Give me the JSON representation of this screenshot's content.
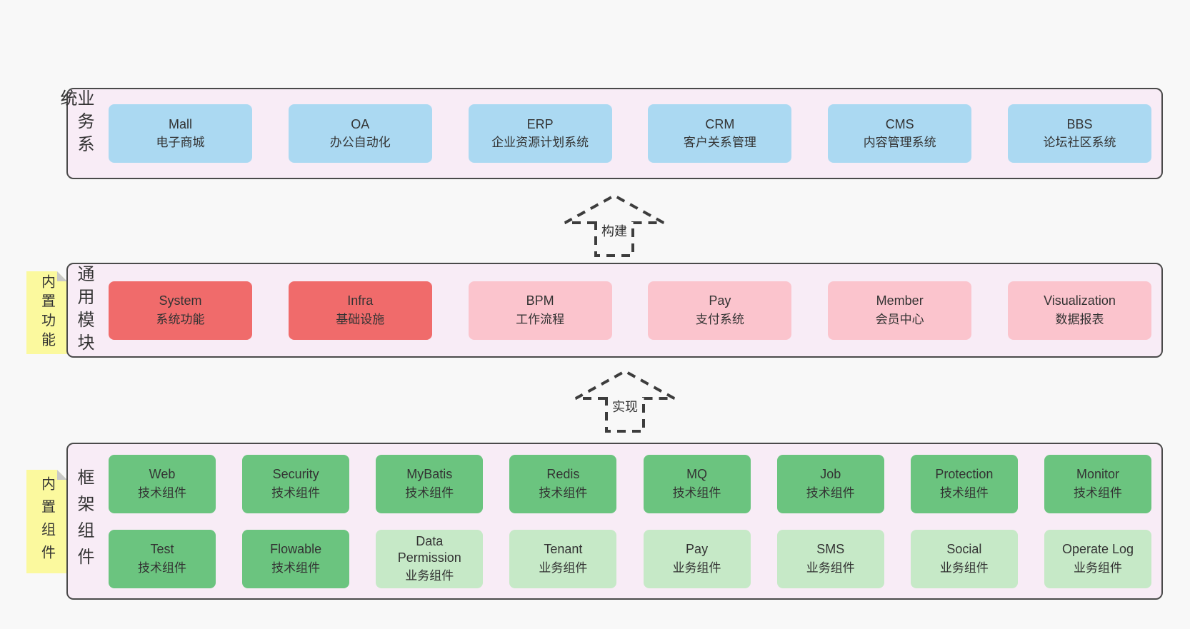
{
  "colors": {
    "page_background": "#f8f8f8",
    "panel_background": "#f8ecf6",
    "panel_border": "#4a4a4a",
    "blue_node": "#abd9f2",
    "red_node": "#f06b6b",
    "pink_node": "#fbc4cd",
    "green_node": "#6bc47f",
    "light_green_node": "#c6e9c7",
    "sticky_note": "#fbf99e",
    "note_fold": "#c8c8c8",
    "text": "#333333",
    "arrow_stroke": "#3d3d3d"
  },
  "layers": {
    "business": {
      "label": "业务系统",
      "boxes": [
        {
          "title": "Mall",
          "subtitle": "电子商城",
          "variant": "blue"
        },
        {
          "title": "OA",
          "subtitle": "办公自动化",
          "variant": "blue"
        },
        {
          "title": "ERP",
          "subtitle": "企业资源计划系统",
          "variant": "blue"
        },
        {
          "title": "CRM",
          "subtitle": "客户关系管理",
          "variant": "blue"
        },
        {
          "title": "CMS",
          "subtitle": "内容管理系统",
          "variant": "blue"
        },
        {
          "title": "BBS",
          "subtitle": "论坛社区系统",
          "variant": "blue"
        }
      ]
    },
    "modules": {
      "label": "通用模块",
      "note": "内置功能",
      "boxes": [
        {
          "title": "System",
          "subtitle": "系统功能",
          "variant": "red"
        },
        {
          "title": "Infra",
          "subtitle": "基础设施",
          "variant": "red"
        },
        {
          "title": "BPM",
          "subtitle": "工作流程",
          "variant": "pink"
        },
        {
          "title": "Pay",
          "subtitle": "支付系统",
          "variant": "pink"
        },
        {
          "title": "Member",
          "subtitle": "会员中心",
          "variant": "pink"
        },
        {
          "title": "Visualization",
          "subtitle": "数据报表",
          "variant": "pink"
        }
      ]
    },
    "framework": {
      "label": "框架组件",
      "note": "内置组件",
      "row1": [
        {
          "title": "Web",
          "subtitle": "技术组件",
          "variant": "green"
        },
        {
          "title": "Security",
          "subtitle": "技术组件",
          "variant": "green"
        },
        {
          "title": "MyBatis",
          "subtitle": "技术组件",
          "variant": "green"
        },
        {
          "title": "Redis",
          "subtitle": "技术组件",
          "variant": "green"
        },
        {
          "title": "MQ",
          "subtitle": "技术组件",
          "variant": "green"
        },
        {
          "title": "Job",
          "subtitle": "技术组件",
          "variant": "green"
        },
        {
          "title": "Protection",
          "subtitle": "技术组件",
          "variant": "green"
        },
        {
          "title": "Monitor",
          "subtitle": "技术组件",
          "variant": "green"
        }
      ],
      "row2": [
        {
          "title": "Test",
          "subtitle": "技术组件",
          "variant": "green"
        },
        {
          "title": "Flowable",
          "subtitle": "技术组件",
          "variant": "green"
        },
        {
          "title": "Data Permission",
          "subtitle": "业务组件",
          "variant": "light-green"
        },
        {
          "title": "Tenant",
          "subtitle": "业务组件",
          "variant": "light-green"
        },
        {
          "title": "Pay",
          "subtitle": "业务组件",
          "variant": "light-green"
        },
        {
          "title": "SMS",
          "subtitle": "业务组件",
          "variant": "light-green"
        },
        {
          "title": "Social",
          "subtitle": "业务组件",
          "variant": "light-green"
        },
        {
          "title": "Operate Log",
          "subtitle": "业务组件",
          "variant": "light-green"
        }
      ]
    }
  },
  "arrows": [
    {
      "label": "构建"
    },
    {
      "label": "实现"
    }
  ]
}
